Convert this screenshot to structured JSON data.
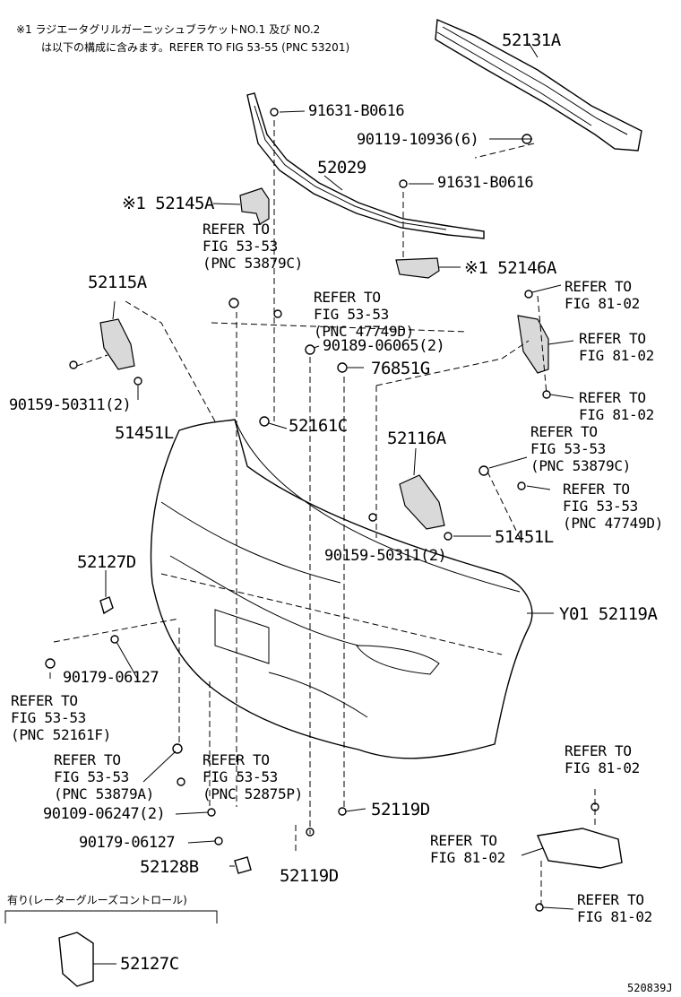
{
  "header_note": {
    "line1": "※1 ラジエータグリルガーニッシュブラケットNO.1 及び NO.2",
    "line2": "は以下の構成に含みます。REFER TO FIG 53-55 (PNC 53201)"
  },
  "labels": {
    "p52131A": "52131A",
    "p91631_a": "91631-B0616",
    "p90119": "90119-10936(6)",
    "p52029": "52029",
    "p91631_b": "91631-B0616",
    "p52145A": "※1 52145A",
    "ref_53879C_a": "REFER TO\nFIG 53-53\n(PNC 53879C)",
    "p52146A": "※1 52146A",
    "p52115A": "52115A",
    "ref_47749D_a": "REFER TO\nFIG 53-53\n(PNC 47749D)",
    "ref_8102_a": "REFER TO\nFIG 81-02",
    "ref_8102_b": "REFER TO\nFIG 81-02",
    "p90189": "90189-06065(2)",
    "p76851G": "76851G",
    "ref_8102_c": "REFER TO\nFIG 81-02",
    "p90159_a": "90159-50311(2)",
    "p52161C": "52161C",
    "p51451L_a": "51451L",
    "p52116A": "52116A",
    "ref_53879C_b": "REFER TO\nFIG 53-53\n(PNC 53879C)",
    "ref_47749D_b": "REFER TO\nFIG 53-53\n(PNC 47749D)",
    "p51451L_b": "51451L",
    "p90159_b": "90159-50311(2)",
    "p52127D": "52127D",
    "pY01": "Y01 52119A",
    "p90179_a": "90179-06127",
    "ref_52161F": "REFER TO\nFIG 53-53\n(PNC 52161F)",
    "ref_53879A": "REFER TO\nFIG 53-53\n(PNC 53879A)",
    "ref_52875P": "REFER TO\nFIG 53-53\n(PNC 52875P)",
    "ref_8102_d": "REFER TO\nFIG 81-02",
    "p90109": "90109-06247(2)",
    "p52119D_a": "52119D",
    "p90179_b": "90179-06127",
    "ref_8102_e": "REFER TO\nFIG 81-02",
    "p52128B": "52128B",
    "p52119D_b": "52119D",
    "ref_8102_f": "REFER TO\nFIG 81-02",
    "box_caption": "有り(レーターグルーズコントロール)",
    "p52127C": "52127C",
    "figure_id": "520839J"
  }
}
